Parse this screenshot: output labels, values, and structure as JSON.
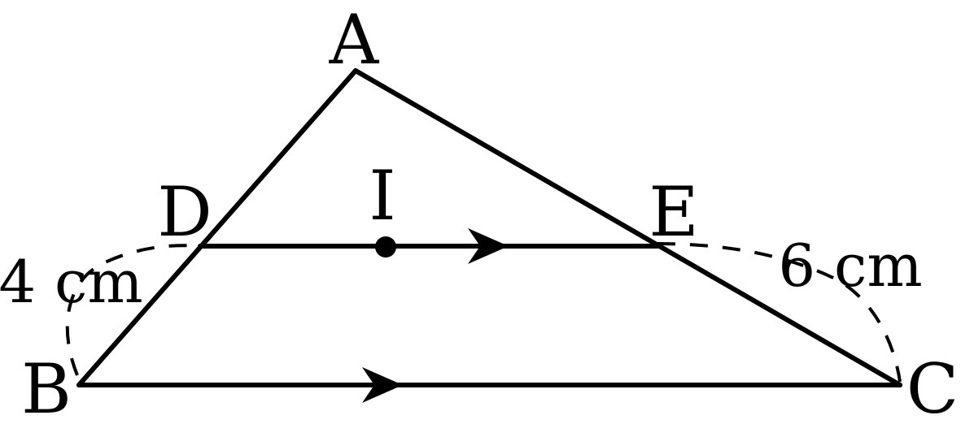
{
  "points": {
    "A": "A",
    "B": "B",
    "C": "C",
    "D": "D",
    "E": "E",
    "I": "I"
  },
  "measurements": {
    "BD": "4 cm",
    "EC": "6 cm"
  },
  "parallel_marks": [
    "DE",
    "BC"
  ]
}
